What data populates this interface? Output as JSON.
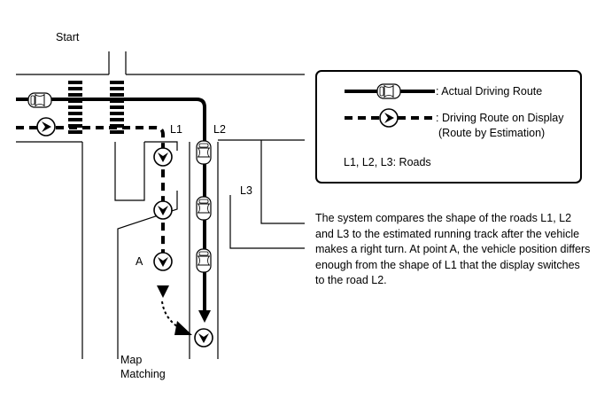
{
  "labels": {
    "start": "Start",
    "road_l1": "L1",
    "road_l2": "L2",
    "road_l3": "L3",
    "point_a": "A",
    "map_matching_line1": "Map",
    "map_matching_line2": "Matching"
  },
  "legend": {
    "actual_route": ": Actual Driving Route",
    "display_route": ": Driving Route on Display",
    "display_route_note": "(Route by Estimation)",
    "roads": "L1, L2, L3: Roads"
  },
  "description": "The system compares the shape of the roads L1, L2 and L3 to the estimated running track after the vehicle makes a right turn. At point A, the vehicle position differs enough from the shape of L1 that the display switches to the road L2.",
  "icons": [
    "car-icon",
    "display-position-marker-icon",
    "arrow-down-icon"
  ],
  "colors": {
    "line": "#000000",
    "background": "#ffffff"
  }
}
